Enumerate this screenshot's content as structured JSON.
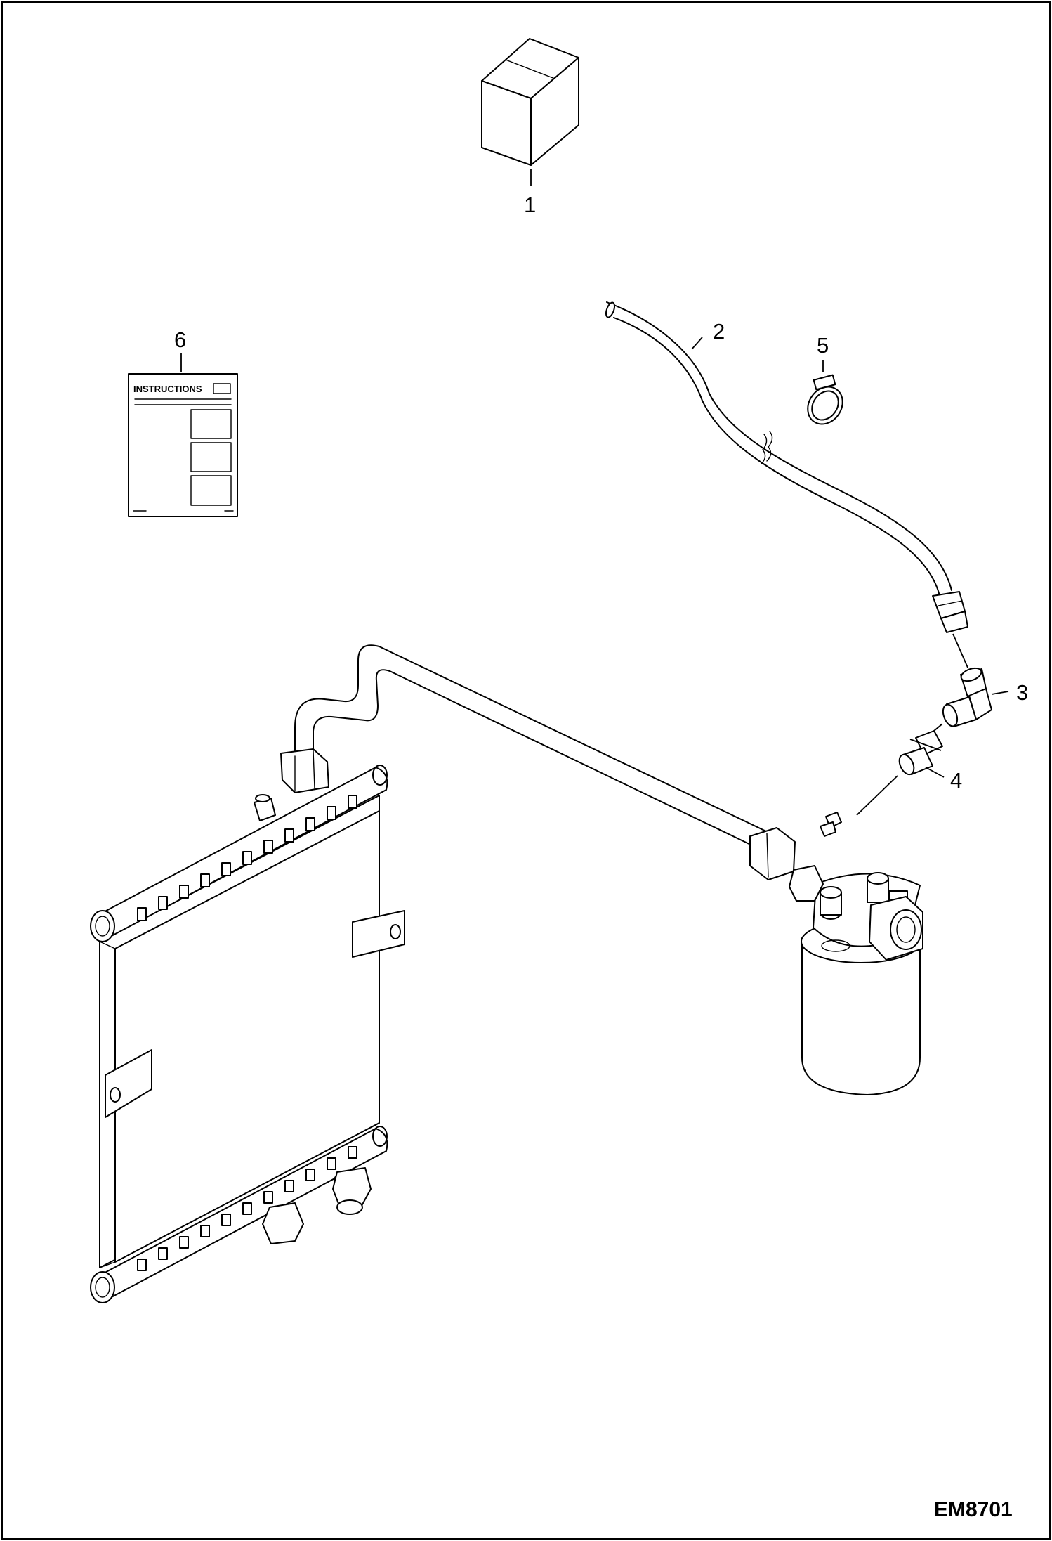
{
  "callouts": {
    "item1": "1",
    "item2": "2",
    "item3": "3",
    "item4": "4",
    "item5": "5",
    "item6": "6"
  },
  "instructions_sheet": {
    "title": "INSTRUCTIONS"
  },
  "figure_id": "EM8701",
  "colors": {
    "line": "#000000",
    "background": "#ffffff"
  }
}
